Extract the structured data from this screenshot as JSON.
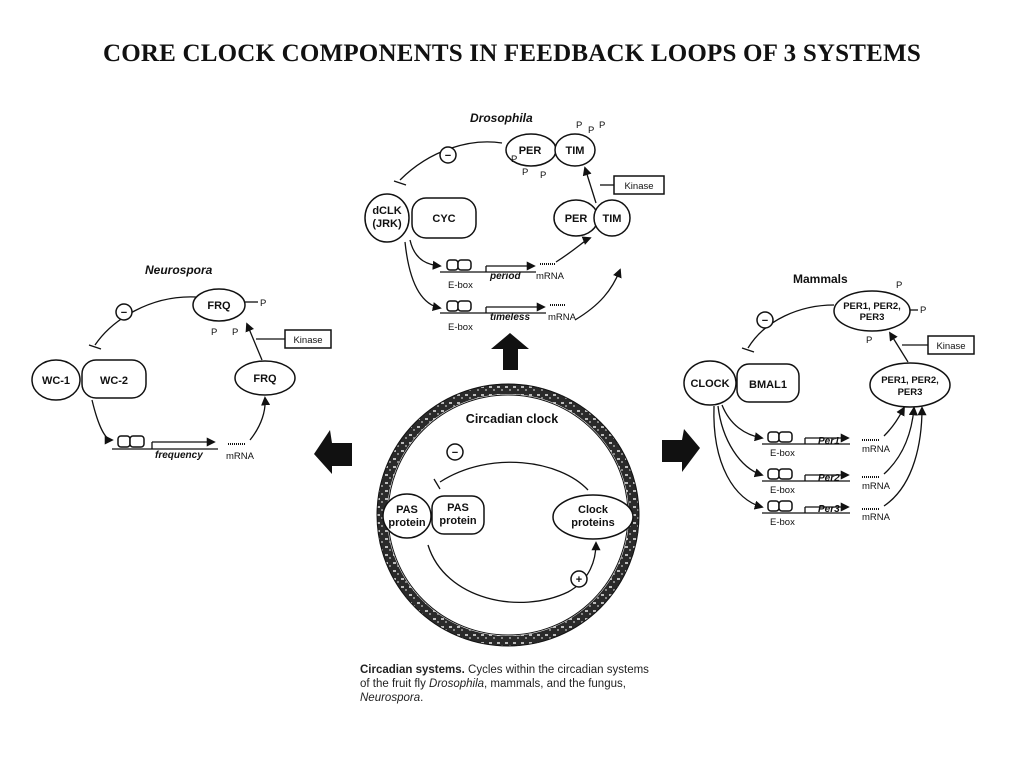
{
  "slide": {
    "title": "CORE CLOCK COMPONENTS IN FEEDBACK LOOPS OF 3 SYSTEMS"
  },
  "drosophila": {
    "title": "Drosophila",
    "dclk": "dCLK",
    "jrk": "(JRK)",
    "cyc": "CYC",
    "per": "PER",
    "tim": "TIM",
    "kinase": "Kinase",
    "p": "P",
    "minus": "−",
    "gene1": "period",
    "gene2": "timeless",
    "mrna": "mRNA",
    "ebox": "E-box"
  },
  "neurospora": {
    "title": "Neurospora",
    "wc1": "WC-1",
    "wc2": "WC-2",
    "frq": "FRQ",
    "kinase": "Kinase",
    "p": "P",
    "minus": "−",
    "gene": "frequency",
    "mrna": "mRNA"
  },
  "mammals": {
    "title": "Mammals",
    "clock": "CLOCK",
    "bmal1": "BMAL1",
    "per_line1": "PER1, PER2,",
    "per_line2": "PER3",
    "kinase": "Kinase",
    "p": "P",
    "minus": "−",
    "genes": [
      "Per1",
      "Per2",
      "Per3"
    ],
    "mrna": "mRNA",
    "ebox": "E-box"
  },
  "center": {
    "title": "Circadian clock",
    "pas_line1": "PAS",
    "pas_line2": "protein",
    "clock_line1": "Clock",
    "clock_line2": "proteins",
    "minus": "−",
    "plus": "+"
  },
  "caption": {
    "bold": "Circadian systems.",
    "text1": "Cycles within the circadian systems of the fruit fly",
    "italic1": "Drosophila",
    "text2": ", mammals, and the fungus,",
    "italic2": "Neurospora",
    "text3": "."
  }
}
